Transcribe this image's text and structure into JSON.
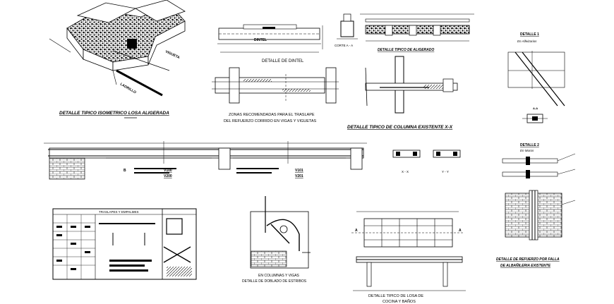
{
  "drawing": {
    "lintel_title": "DINTEL",
    "lintel_caption": "DETALLE DE DINTEL",
    "section_label": "CORTE A - A",
    "slab_detail_title": "DETALLE TIPICO DE ALIGERADO",
    "slab_iso_title": "DETALLE TIPICO ISOMETRICO LOSA ALIGERADA",
    "vigueta_label": "VIGUETA",
    "ladrillo_label": "LADRILLO",
    "splice_zone_line1": "ZONAS RECOMENDADAS PARA EL TRASLAPE",
    "splice_zone_line2": "DEL REFUERZO CORRIDO EN VIGAS Y VIGUETAS",
    "column_detail_title": "DETALLE TIPICO DE COLUMNA EXISTENTE X-X",
    "detail1_title": "DETALLE 1",
    "detail1_sub": "En Alfeizarios",
    "detail2_title": "DETALLE 2",
    "detail2_sub": "En Muros",
    "beam_v100": "V100",
    "beam_v200": "V200",
    "beam_v101": "V101",
    "beam_v201": "V201",
    "section_xx": "X - X",
    "section_yy": "Y - Y",
    "splice_table_title": "TRASLAPES Y EMPALMES",
    "stirrup_line1": "EN COLUMNAS Y VIGAS",
    "stirrup_line2": "DETALLE DE DOBLADO DE ESTRIBOS",
    "kitchen_line1": "DETALLE TIPICO DE LOSA DE",
    "kitchen_line2": "COCINA Y BAÑOS",
    "wall_detail_line1": "DETALLE DE REFUERZO POR FALLA",
    "wall_detail_line2": "DE ALBAÑILERIA EXISTENTE",
    "mark_a": "A",
    "mark_b": "B",
    "mark_aa": "A-A"
  }
}
